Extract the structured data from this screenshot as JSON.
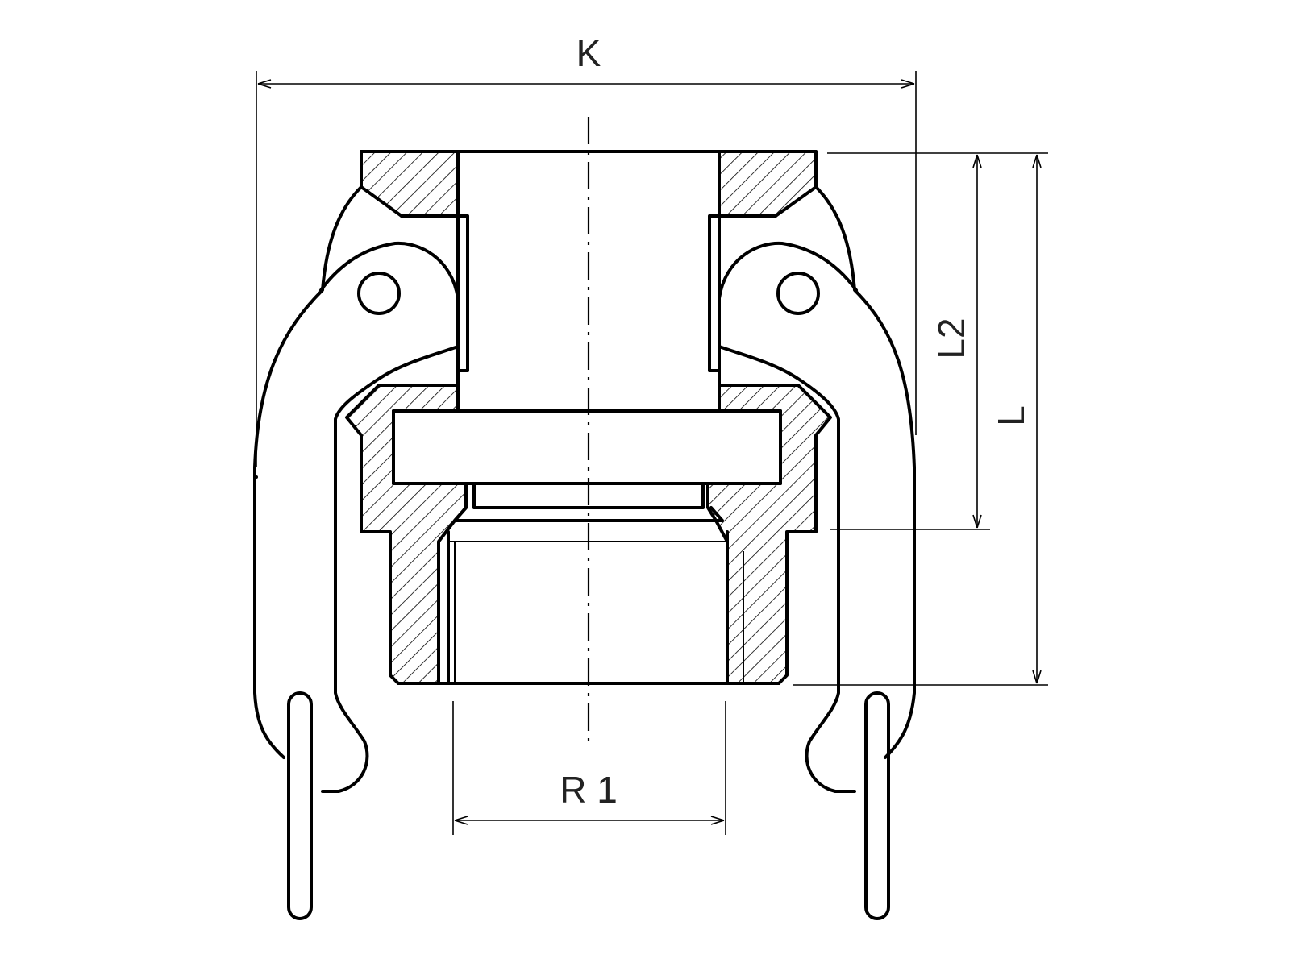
{
  "dimensions": {
    "k": "K",
    "l2": "L2",
    "l": "L",
    "r1": "R 1"
  },
  "colors": {
    "line": "#000000",
    "background": "#ffffff"
  }
}
